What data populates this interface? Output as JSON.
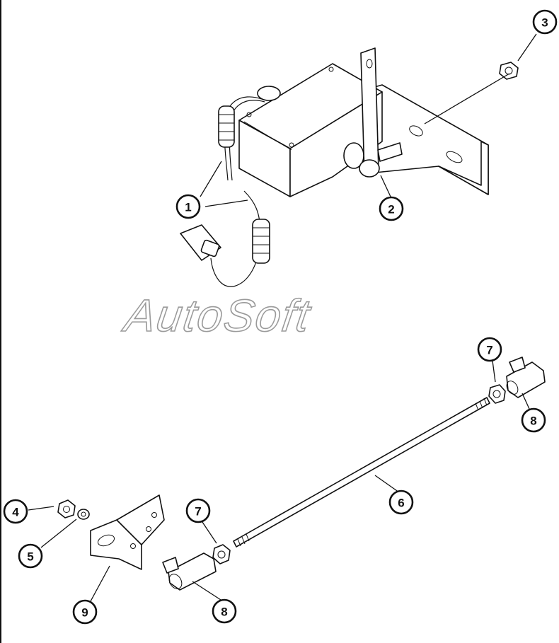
{
  "watermark": "AutoSoft",
  "callouts": {
    "c1": "1",
    "c2": "2",
    "c3": "3",
    "c4": "4",
    "c5": "5",
    "c6": "6",
    "c7a": "7",
    "c7b": "7",
    "c8a": "8",
    "c8b": "8",
    "c9": "9"
  }
}
